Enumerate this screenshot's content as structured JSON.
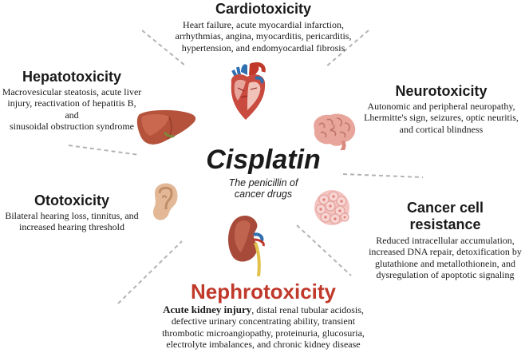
{
  "center": {
    "title": "Cisplatin",
    "subtitle_line1": "The penicillin of",
    "subtitle_line2": "cancer drugs"
  },
  "cardiotoxicity": {
    "heading": "Cardiotoxicity",
    "lines": [
      "Heart failure, acute myocardial infarction,",
      "arrhythmias, angina, myocarditis, pericarditis,",
      "hypertension, and endomyocardial fibrosis"
    ]
  },
  "hepatotoxicity": {
    "heading": "Hepatotoxicity",
    "lines": [
      "Macrovesicular steatosis, acute liver",
      "injury, reactivation of hepatitis B, and",
      "sinusoidal obstruction syndrome"
    ]
  },
  "neurotoxicity": {
    "heading": "Neurotoxicity",
    "lines": [
      "Autonomic and peripheral neuropathy,",
      "Lhermitte's sign, seizures, optic neuritis,",
      "and cortical blindness"
    ]
  },
  "ototoxicity": {
    "heading": "Ototoxicity",
    "lines": [
      "Bilateral hearing loss, tinnitus, and",
      "increased hearing threshold"
    ]
  },
  "resistance": {
    "heading_line1": "Cancer cell",
    "heading_line2": "resistance",
    "lines": [
      "Reduced intracellular accumulation,",
      "increased DNA repair, detoxification by",
      "glutathione and metallothionein, and",
      "dysregulation of apoptotic signaling"
    ]
  },
  "nephrotoxicity": {
    "heading": "Nephrotoxicity",
    "line1_bold": "Acute kidney injury",
    "line1_rest": ", distal renal tubular acidosis,",
    "lines": [
      "defective urinary concentrating ability, transient",
      "thrombotic microangiopathy, proteinuria, glucosuria,",
      "electrolyte imbalances, and chronic kidney disease"
    ]
  },
  "colors": {
    "nephro_heading": "#c0392b",
    "dashed_line": "#b3b3b3",
    "text": "#1a1a1a"
  },
  "icons": [
    "heart-icon",
    "liver-icon",
    "brain-icon",
    "ear-icon",
    "kidney-icon",
    "cancer-cell-cluster-icon"
  ]
}
